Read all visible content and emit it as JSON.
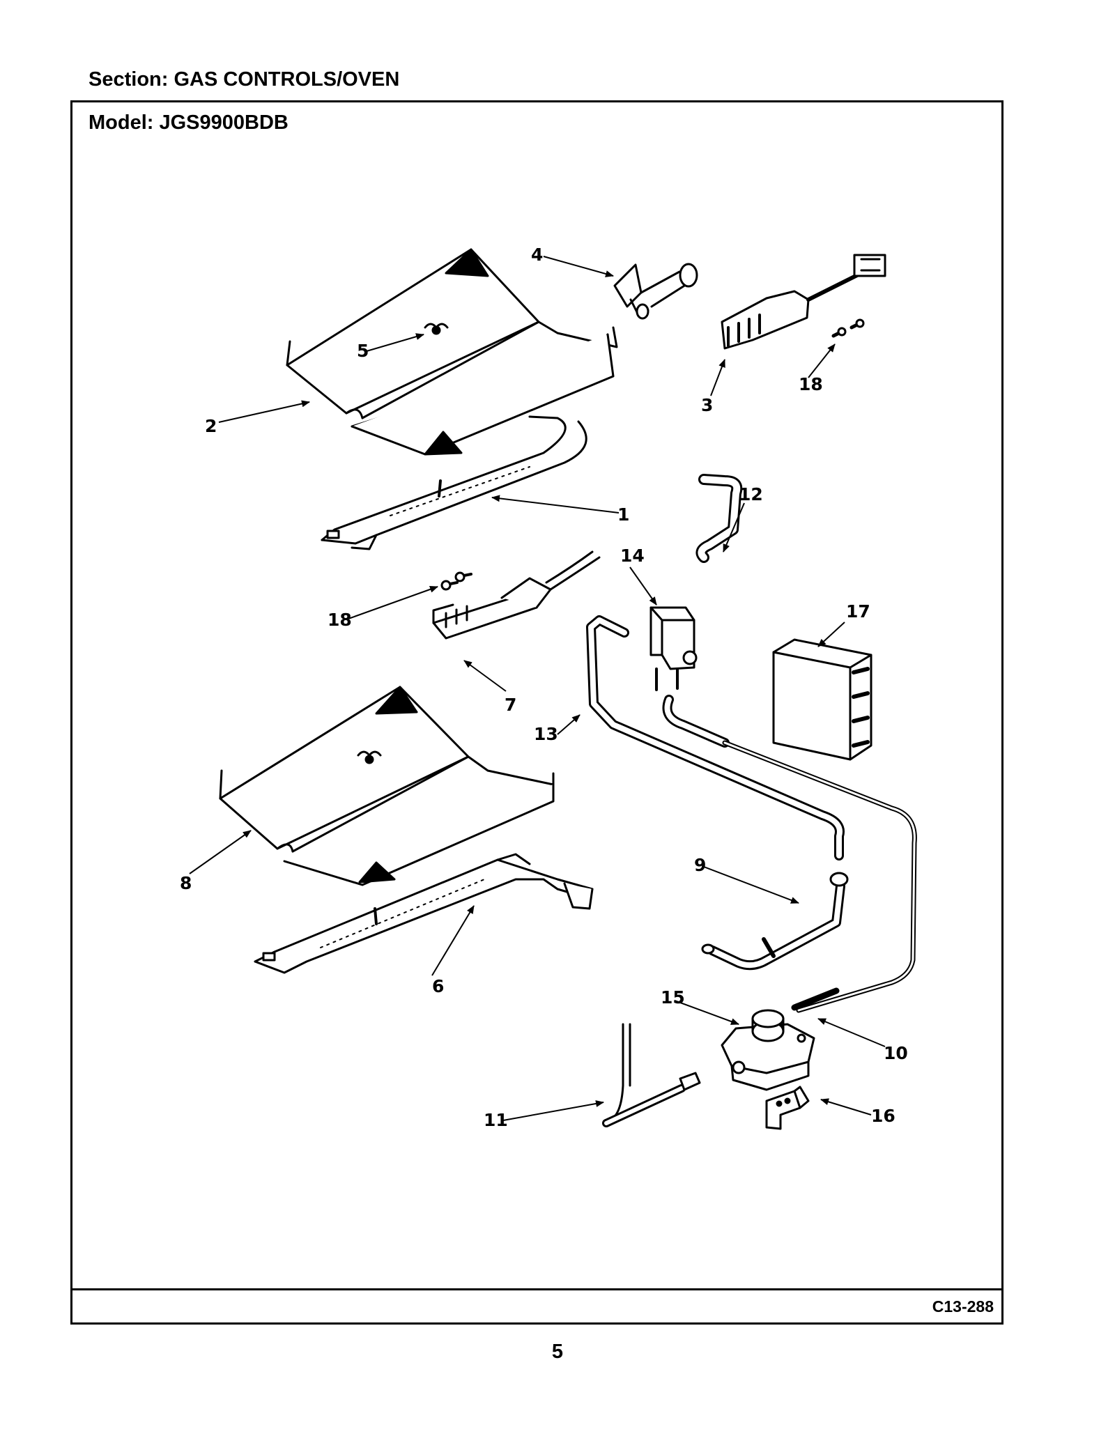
{
  "header": {
    "section": "Section:  GAS CONTROLS/OVEN",
    "model": "Model:  JGS9900BDB"
  },
  "footer": {
    "drawing_code": "C13-288",
    "page_number": "5"
  },
  "callouts": {
    "c1": "1",
    "c2": "2",
    "c3": "3",
    "c4": "4",
    "c5": "5",
    "c6": "6",
    "c7": "7",
    "c8": "8",
    "c9": "9",
    "c10": "10",
    "c11": "11",
    "c12": "12",
    "c13": "13",
    "c14": "14",
    "c15": "15",
    "c16": "16",
    "c17": "17",
    "c18a": "18",
    "c18b": "18"
  }
}
